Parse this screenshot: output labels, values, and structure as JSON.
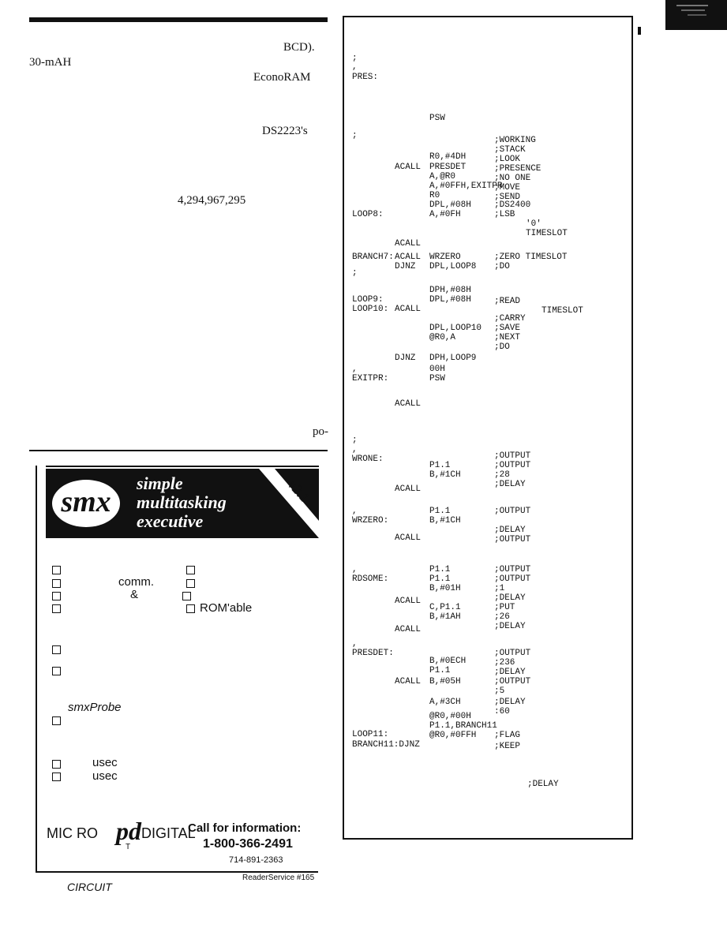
{
  "left_column": {
    "fragments": [
      "BCD).",
      "30-mAH",
      "EconoRAM",
      "DS2223's",
      "4,294,967,295",
      "po-"
    ]
  },
  "ad": {
    "logo_text": "smx",
    "tagline": [
      "simple",
      "multitasking",
      "executive"
    ],
    "version": "v2.1",
    "features_left": [
      "comm.",
      "&"
    ],
    "features_right": [
      "ROM'able"
    ],
    "probe_name": "smxProbe",
    "timing_units": [
      "usec",
      "usec"
    ],
    "company_left": "MIC RO",
    "company_mark": "pd",
    "company_right": "DIGITAL",
    "company_sub": "T",
    "call_text": "Call  for  information:",
    "phone_main": "1-800-366-2491",
    "phone_alt": "714-891-2363",
    "reader_service": "ReaderService #165",
    "footer_word": "CIRCUIT"
  },
  "code_listing": {
    "labels": [
      {
        "t": ";"
      },
      {
        "t": ","
      },
      {
        "t": "PRES:"
      },
      {
        "t": ";"
      },
      {
        "t": "LOOP8:"
      },
      {
        "t": "BRANCH7:"
      },
      {
        "t": ";"
      },
      {
        "t": "LOOP9:"
      },
      {
        "t": "LOOP10:"
      },
      {
        "t": ","
      },
      {
        "t": "EXITPR:"
      },
      {
        "t": ";"
      },
      {
        "t": ","
      },
      {
        "t": "WRONE:"
      },
      {
        "t": ","
      },
      {
        "t": "WRZERO:"
      },
      {
        "t": ","
      },
      {
        "t": "RDSOME:"
      },
      {
        "t": ","
      },
      {
        "t": "PRESDET:"
      },
      {
        "t": "LOOP11:"
      },
      {
        "t": "BRANCH11:DJNZ"
      }
    ],
    "mnemonics": [
      "ACALL",
      "ACALL",
      "ACALL",
      "DJNZ",
      "ACALL",
      "DJNZ",
      "ACALL",
      "ACALL",
      "ACALL",
      "ACALL",
      "ACALL",
      "ACALL"
    ],
    "operands": [
      "PSW",
      "R0,#4DH",
      "PRESDET",
      "A,@R0",
      "A,#0FFH,EXITPR",
      "R0",
      "DPL,#08H",
      "A,#0FH",
      "WRZERO",
      "DPL,LOOP8",
      "DPH,#08H",
      "DPL,#08H",
      "DPL,LOOP10",
      "@R0,A",
      "DPH,LOOP9",
      "00H",
      "PSW",
      "P1.1",
      "B,#1CH",
      "P1.1",
      "B,#1CH",
      "P1.1",
      "P1.1",
      "B,#01H",
      "C,P1.1",
      "B,#1AH",
      "B,#0ECH",
      "P1.1",
      "B,#05H",
      "A,#3CH",
      "@R0,#00H",
      "P1.1,BRANCH11",
      "@R0,#0FFH"
    ],
    "comments": [
      ";WORKING",
      ";STACK",
      ";LOOK",
      ";PRESENCE",
      ";NO ONE",
      ";MOVE",
      ";SEND",
      ";DS2400",
      ";LSB",
      "'0'",
      "TIMESLOT",
      ";ZERO TIMESLOT",
      ";DO",
      ";READ",
      "TIMESLOT",
      ";CARRY",
      ";SAVE",
      ";NEXT",
      ";DO",
      ";OUTPUT",
      ";OUTPUT",
      ";28",
      ";DELAY",
      ";OUTPUT",
      ";DELAY",
      ";OUTPUT",
      ";OUTPUT",
      ";OUTPUT",
      ";1",
      ";DELAY",
      ";PUT",
      ";26",
      ";DELAY",
      ";OUTPUT",
      ";236",
      ";DELAY",
      ";OUTPUT",
      ";5",
      ";DELAY",
      ":60",
      ";FLAG",
      ";KEEP",
      ";DELAY"
    ]
  }
}
